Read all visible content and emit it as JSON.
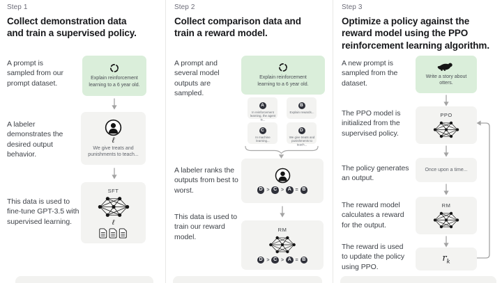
{
  "colors": {
    "background": "#ffffff",
    "green_box": "#daeeda",
    "gray_box": "#f3f3f1",
    "heading_text": "#17181b",
    "caption_text": "#3e4248",
    "step_label_text": "#6c6c78",
    "arrow_gray": "#a3a3a3",
    "badge_dark": "#2f313a"
  },
  "icons": {
    "pen_glyph": "ℓ",
    "sampling": "circular-dashed-arrows",
    "labeler": "person-in-circle",
    "network": "neural-network-nodes",
    "documents": "three-pages",
    "otter": "otter-silhouette",
    "arrow_down": "down-arrow",
    "feedback": "loop-arrow",
    "brace": "curly-brace"
  },
  "steps": [
    {
      "label": "Step 1",
      "heading_lines": [
        "Collect demonstration data",
        "and train a supervised policy."
      ],
      "captions": {
        "prompt": "A prompt is sampled from our prompt dataset.",
        "labeler": "A labeler demonstrates the desired output behavior.",
        "finetune": "This data is used to fine-tune GPT-3.5 with supervised learning."
      },
      "prompt_box": {
        "text": "Explain reinforcement learning to a 6 year old."
      },
      "labeler_box": {
        "text": "We give treats and punishments to teach..."
      },
      "sft_box": {
        "label": "SFT"
      }
    },
    {
      "label": "Step 2",
      "heading_lines": [
        "Collect comparison data and",
        "train a reward model."
      ],
      "captions": {
        "prompt": "A prompt and several model outputs are sampled.",
        "rank": "A labeler ranks the outputs from best to worst.",
        "train": "This data is used to train our reward model."
      },
      "prompt_box": {
        "text": "Explain reinforcement learning to a 6 year old."
      },
      "outputs": [
        {
          "letter": "A",
          "text": "In reinforcement learning, the agent is..."
        },
        {
          "letter": "B",
          "text": "Explain rewards..."
        },
        {
          "letter": "C",
          "text": "In machine learning..."
        },
        {
          "letter": "D",
          "text": "We give treats and punishments to teach..."
        }
      ],
      "ranking": {
        "letters": [
          "D",
          "C",
          "A",
          "B"
        ],
        "separators": [
          ">",
          ">",
          "="
        ]
      },
      "rm_box": {
        "label": "RM"
      }
    },
    {
      "label": "Step 3",
      "heading_lines": [
        "Optimize a policy against the",
        "reward model using the PPO",
        "reinforcement learning algorithm."
      ],
      "captions": {
        "prompt": "A new prompt is sampled from the dataset.",
        "init": "The PPO model is initialized from the supervised policy.",
        "generate": "The policy generates an output.",
        "reward": "The reward model calculates a reward for the output.",
        "update": "The reward is used to update the policy using PPO."
      },
      "prompt_box": {
        "text": "Write a story about otters."
      },
      "ppo_box": {
        "label": "PPO"
      },
      "output_box": {
        "text": "Once upon a time..."
      },
      "rm_box": {
        "label": "RM"
      },
      "reward_box": {
        "base": "r",
        "sub": "k"
      }
    }
  ]
}
